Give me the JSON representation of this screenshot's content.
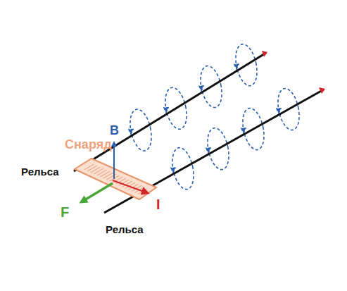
{
  "diagram": {
    "labels": [
      "Снаряд",
      "B",
      "Рельса",
      "F",
      "I",
      "Рельса"
    ]
  }
}
